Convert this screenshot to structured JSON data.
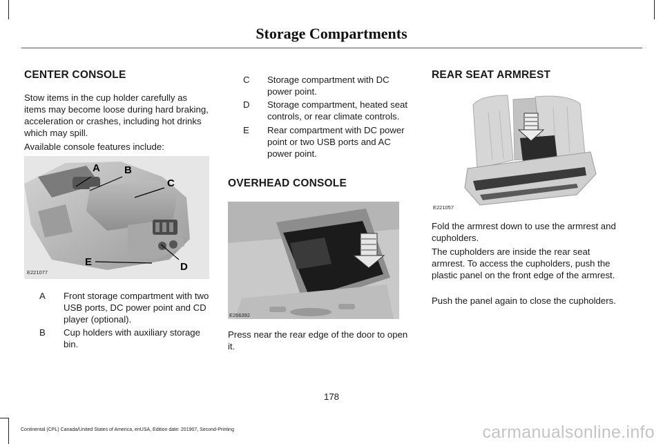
{
  "header": {
    "title": "Storage Compartments"
  },
  "center_console": {
    "heading": "CENTER CONSOLE",
    "intro": "Stow items in the cup holder carefully as items may become loose during hard braking, acceleration or crashes, including hot drinks which may spill.",
    "features_intro": "Available console features include:",
    "figure": {
      "code": "E221077",
      "callouts": [
        "A",
        "B",
        "C",
        "D",
        "E"
      ]
    },
    "legend": [
      {
        "letter": "A",
        "text": "Front storage compartment with two USB ports, DC power point and CD player (optional)."
      },
      {
        "letter": "B",
        "text": "Cup holders with auxiliary storage bin."
      },
      {
        "letter": "C",
        "text": "Storage compartment with DC power point."
      },
      {
        "letter": "D",
        "text": "Storage compartment, heated seat controls, or rear climate controls."
      },
      {
        "letter": "E",
        "text": "Rear compartment with DC power point or two USB ports and AC power point."
      }
    ]
  },
  "overhead_console": {
    "heading": "OVERHEAD CONSOLE",
    "figure": {
      "code": "E266392"
    },
    "text": "Press near the rear edge of the door to open it."
  },
  "rear_seat_armrest": {
    "heading": "REAR SEAT ARMREST",
    "figure": {
      "code": "E221057"
    },
    "p1": "Fold the armrest down to use the armrest and cupholders.",
    "p2": "The cupholders are inside the rear seat armrest. To access the cupholders, push the plastic panel on the front edge of the armrest.",
    "p3": "Push the panel again to close the cupholders."
  },
  "page_number": "178",
  "footer": "Continental (CPL) Canada/United States of America, enUSA, Edition date: 201907, Second-Printing",
  "watermark": "carmanualsonline.info"
}
